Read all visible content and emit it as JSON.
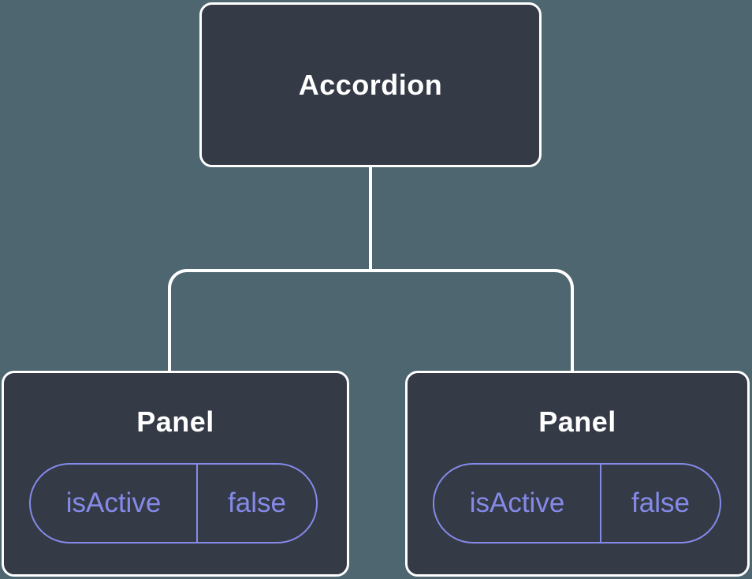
{
  "colors": {
    "background": "#4D6670",
    "card": "#343A46",
    "connector": "#FFFFFF",
    "accent": "#858AE8",
    "text": "#FFFFFF"
  },
  "tree": {
    "root": {
      "label": "Accordion"
    },
    "children": [
      {
        "label": "Panel",
        "prop_name": "isActive",
        "prop_value": "false"
      },
      {
        "label": "Panel",
        "prop_name": "isActive",
        "prop_value": "false"
      }
    ]
  }
}
